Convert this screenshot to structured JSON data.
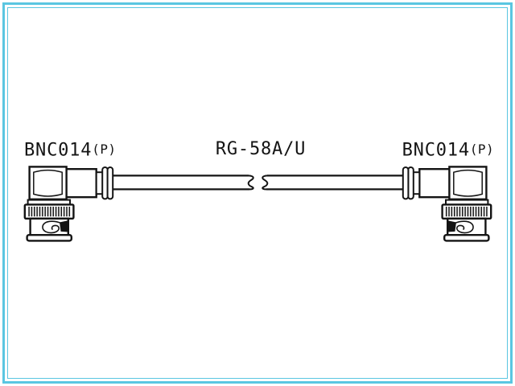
{
  "colors": {
    "frame": "#5AC6E1",
    "line": "#141414",
    "background": "#FFFFFF"
  },
  "labels": {
    "left_connector": {
      "part": "BNC014",
      "suffix": "(P)"
    },
    "cable": {
      "type": "RG-58A/U"
    },
    "right_connector": {
      "part": "BNC014",
      "suffix": "(P)"
    }
  },
  "icons": {
    "left_connector_drawing": "right-angle-bnc-plug-icon",
    "right_connector_drawing": "right-angle-bnc-plug-icon",
    "cable_drawing": "coax-cable-with-break-icon"
  }
}
